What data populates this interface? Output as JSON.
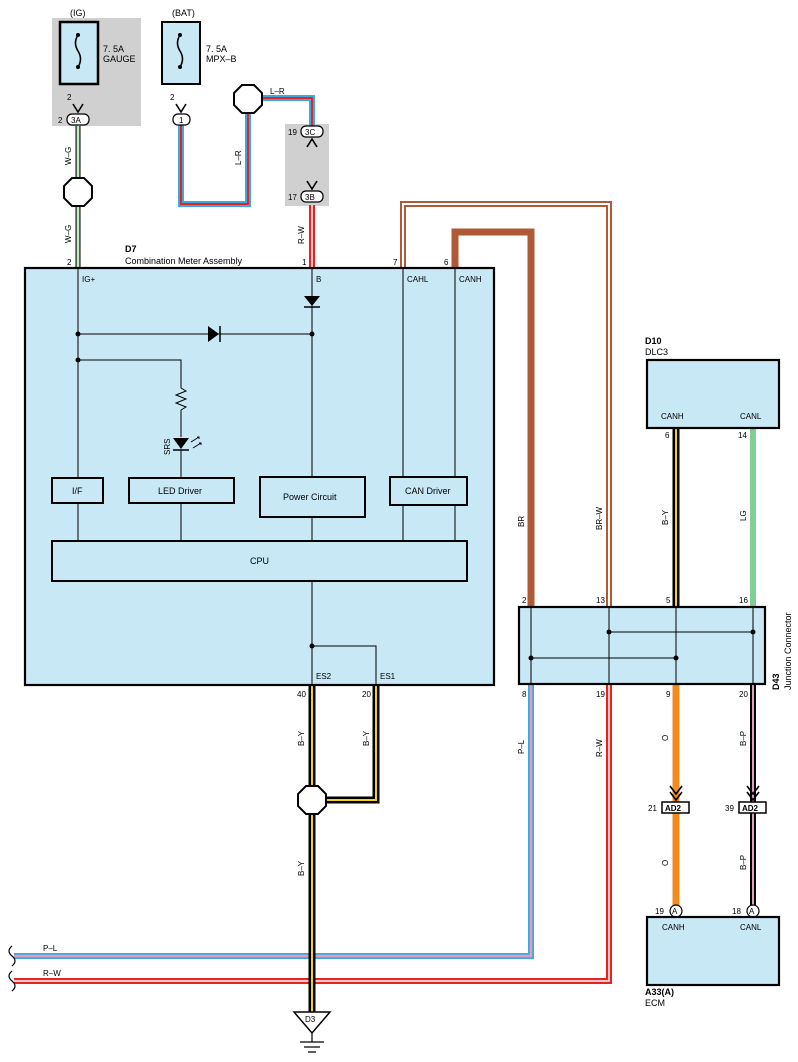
{
  "fuses": {
    "ig_label": "(IG)",
    "ig_rating": "7. 5A",
    "ig_name": "GAUGE",
    "bat_label": "(BAT)",
    "bat_rating": "7. 5A",
    "bat_name": "MPX–B"
  },
  "connectors": {
    "c3a": "3A",
    "c1": "1",
    "c3c": "3C",
    "c3b": "3B",
    "ad2a": "AD2",
    "ad2b": "AD2",
    "a1": "A",
    "a2": "A",
    "d3": "D3"
  },
  "pins": {
    "ig_fuse": "2",
    "ig_3a": "2",
    "bat_fuse": "2",
    "p3c": "19",
    "p3b": "17",
    "d7_2": "2",
    "d7_1": "1",
    "d7_7": "7",
    "d7_6": "6",
    "d7_40": "40",
    "d7_20": "20",
    "d10_6": "6",
    "d10_14": "14",
    "d43_2": "2",
    "d43_13": "13",
    "d43_5": "5",
    "d43_16": "16",
    "d43_8": "8",
    "d43_19": "19",
    "d43_9": "9",
    "d43_20": "20",
    "ad2_21": "21",
    "ad2_39": "39",
    "a33_19": "19",
    "a33_18": "18"
  },
  "wires": {
    "w_g_1": "W–G",
    "w_g_2": "W–G",
    "l_r_1": "L–R",
    "l_r_2": "L–R",
    "r_w_1": "R–W",
    "br": "BR",
    "br_w": "BR–W",
    "b_y_d10": "B–Y",
    "lg": "LG",
    "b_y_40": "B–Y",
    "b_y_20": "B–Y",
    "b_y_ground": "B–Y",
    "p_l": "P–L",
    "r_w_2": "R–W",
    "o_1": "O",
    "b_p_1": "B–P",
    "o_2": "O",
    "b_p_2": "B–P",
    "left_p_l": "P–L",
    "left_r_w": "R–W"
  },
  "d7": {
    "code": "D7",
    "title": "Combination Meter Assembly",
    "term_ig": "IG+",
    "term_b": "B",
    "term_cahl": "CAHL",
    "term_canh": "CANH",
    "term_es2": "ES2",
    "term_es1": "ES1",
    "srs": "SRS",
    "block_if": "I/F",
    "block_led": "LED Driver",
    "block_power": "Power Circuit",
    "block_can": "CAN Driver",
    "block_cpu": "CPU"
  },
  "d10": {
    "code": "D10",
    "name": "DLC3",
    "canh": "CANH",
    "canl": "CANL"
  },
  "d43": {
    "code": "D43",
    "name": "Junction Connector"
  },
  "a33": {
    "code": "A33(A)",
    "name": "ECM",
    "canh": "CANH",
    "canl": "CANL"
  },
  "colors": {
    "white_green": "#8fd18f",
    "light_blue": "#39a9df",
    "red": "#e52421",
    "brown": "#b05a35",
    "yellow": "#f2d21b",
    "light_green": "#7fcf96",
    "pink": "#e59ac0",
    "orange": "#f28c1c",
    "box_fill": "#c9e8f5",
    "grey_panel": "#d0d0d0"
  }
}
